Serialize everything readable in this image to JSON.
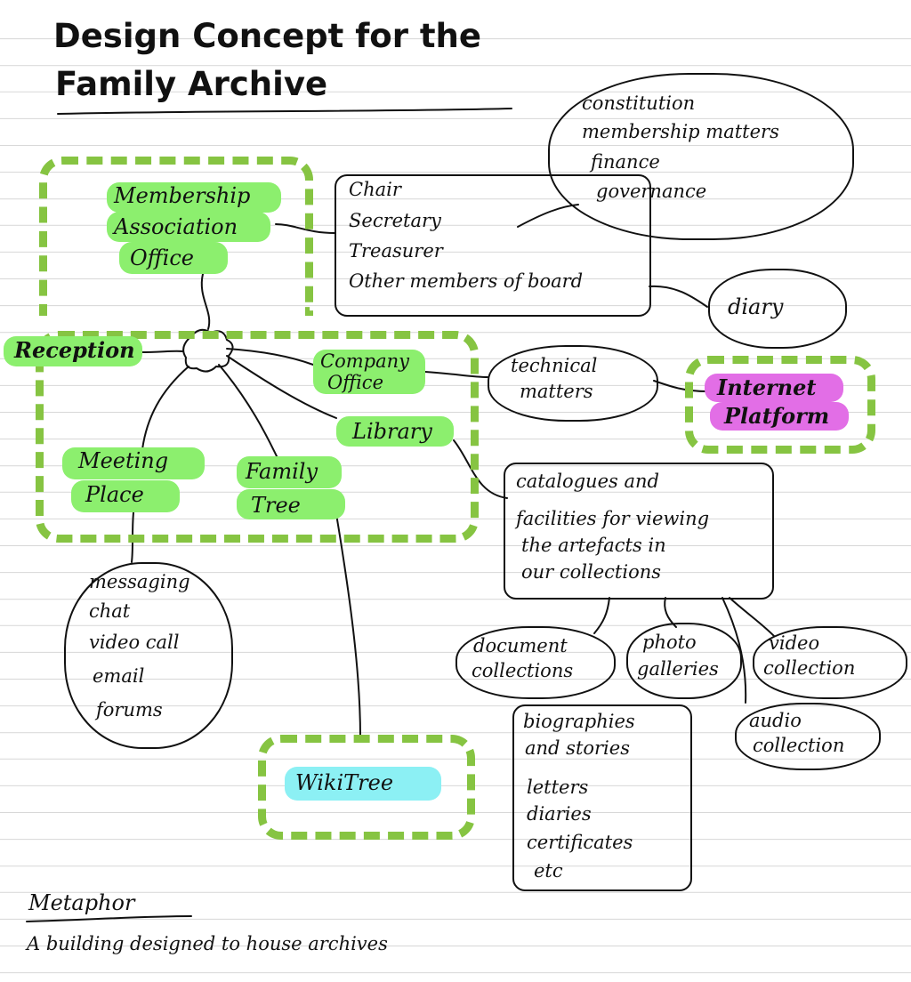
{
  "title": {
    "line1": "Design Concept for the",
    "line2": "Family Archive"
  },
  "nodes": {
    "membership": [
      "Membership",
      "Association",
      "Office"
    ],
    "reception": "Reception",
    "company_office": [
      "Company",
      "Office"
    ],
    "library": "Library",
    "meeting_place": [
      "Meeting",
      "Place"
    ],
    "family_tree": [
      "Family",
      "Tree"
    ],
    "internet_platform": [
      "Internet",
      "Platform"
    ],
    "wikitree": "WikiTree"
  },
  "board": [
    "Chair",
    "Secretary",
    "Treasurer",
    "Other members of board"
  ],
  "constitution_cloud": [
    "constitution",
    "membership matters",
    "finance",
    "governance"
  ],
  "diary": "diary",
  "technical": [
    "technical",
    "matters"
  ],
  "catalogue": [
    "catalogues and",
    "facilities for viewing",
    "the artefacts in",
    "our collections"
  ],
  "collections": {
    "document": [
      "document",
      "collections"
    ],
    "photo": [
      "photo",
      "galleries"
    ],
    "video": [
      "video",
      "collection"
    ],
    "audio": [
      "audio",
      "collection"
    ]
  },
  "documents": [
    "biographies",
    "and stories",
    "letters",
    "diaries",
    "certificates",
    "etc"
  ],
  "messaging": [
    "messaging",
    "chat",
    "video call",
    "email",
    "forums"
  ],
  "metaphor": {
    "heading": "Metaphor",
    "text": "A building designed to house archives"
  },
  "colors": {
    "green_highlight": "#8cef6e",
    "magenta_highlight": "#e26ee6",
    "cyan_highlight": "#8cf0f4",
    "dashed_border": "#86c442"
  }
}
